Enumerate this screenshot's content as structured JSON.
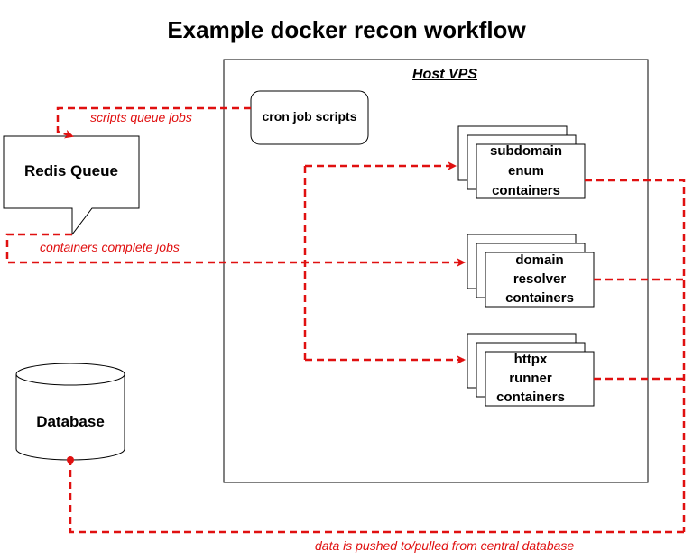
{
  "title": "Example docker recon workflow",
  "host": {
    "label": "Host VPS"
  },
  "nodes": {
    "redis": "Redis Queue",
    "cron": "cron job scripts",
    "subdomain": {
      "line1": "subdomain",
      "line2": "enum",
      "line3": "containers"
    },
    "resolver": {
      "line1": "domain",
      "line2": "resolver",
      "line3": "containers"
    },
    "httpx": {
      "line1": "httpx",
      "line2": "runner",
      "line3": "containers"
    },
    "database": "Database"
  },
  "edges": {
    "scripts_queue": "scripts queue jobs",
    "containers_complete": "containers complete jobs",
    "data_pushed": "data is pushed to/pulled from central database"
  },
  "colors": {
    "connector": "#e01010",
    "outline": "#000000",
    "fill": "#ffffff"
  }
}
